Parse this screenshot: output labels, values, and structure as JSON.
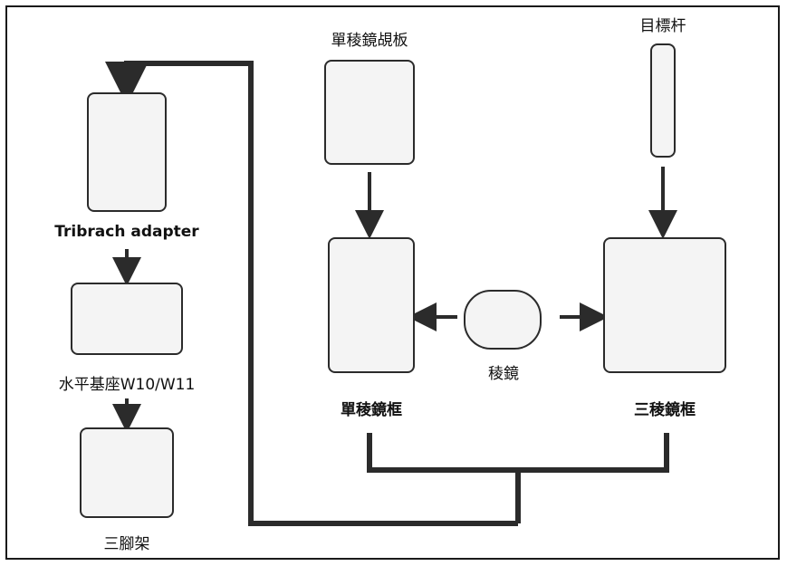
{
  "labels": {
    "single_prism_target": "單稜鏡覘板",
    "target_pole": "目標杆",
    "tribrach_adapter": "Tribrach adapter",
    "tribrach": "水平基座W10/W11",
    "tripod": "三腳架",
    "single_prism_holder": "單稜鏡框",
    "prism": "稜鏡",
    "triple_prism_holder": "三稜鏡框"
  },
  "colors": {
    "line": "#2b2b2b",
    "fill": "#f4f4f4",
    "border": "#1a1a1a"
  }
}
